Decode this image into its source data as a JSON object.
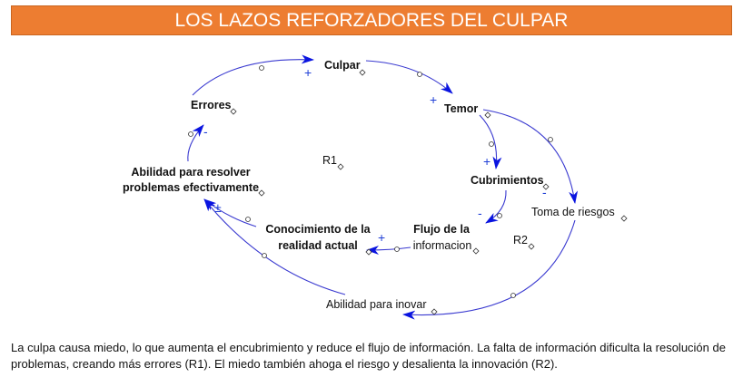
{
  "title": "LOS LAZOS REFORZADORES DEL CULPAR",
  "diagram": {
    "nodes": {
      "culpar": "Culpar",
      "temor": "Temor",
      "errores": "Errores",
      "abilidad_resolver_1": "Abilidad para resolver",
      "abilidad_resolver_2": "problemas efectivamente",
      "cubrimientos": "Cubrimientos",
      "toma_riesgos": "Toma de riesgos",
      "conocimiento_1": "Conocimiento de la",
      "conocimiento_2": "realidad actual",
      "flujo_1": "Flujo de la",
      "flujo_2": "informacion",
      "abilidad_inovar": "Abilidad para inovar"
    },
    "loops": {
      "r1": "R1",
      "r2": "R2"
    },
    "polarities": {
      "errores_culpar": "+",
      "culpar_temor": "+",
      "temor_cubrimientos": "+",
      "temor_toma": "-",
      "cubrimientos_flujo": "-",
      "flujo_conocimiento": "+",
      "conocimiento_abilidad": "±",
      "abilidad_errores": "-"
    },
    "colors": {
      "arrow": "#2a2ad0",
      "head": "#0a14e0"
    }
  },
  "caption": "La culpa causa miedo, lo que aumenta el encubrimiento y reduce el flujo de información. La falta de información dificulta la resolución de problemas, creando más errores (R1). El miedo también ahoga el riesgo y desalienta la innovación (R2)."
}
